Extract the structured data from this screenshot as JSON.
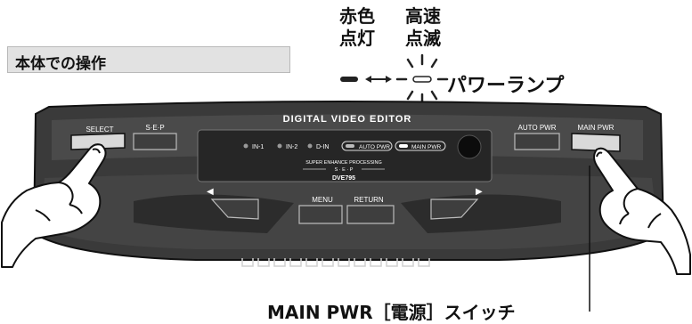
{
  "section_title": "本体での操作",
  "lamp": {
    "red_line1": "赤色",
    "red_line2": "点灯",
    "fast_line1": "高速",
    "fast_line2": "点滅",
    "name": "パワーランプ"
  },
  "device": {
    "brand_title": "DIGITAL VIDEO EDITOR",
    "buttons": {
      "select": "SELECT",
      "sep": "S·E·P",
      "auto_pwr": "AUTO PWR",
      "main_pwr": "MAIN PWR",
      "menu": "MENU",
      "return": "RETURN",
      "left_arrow": "◀",
      "right_arrow": "▶"
    },
    "display": {
      "in1": "IN-1",
      "in2": "IN-2",
      "din": "D-IN",
      "auto_pwr": "AUTO PWR",
      "main_pwr": "MAIN PWR",
      "sep_caption": "SUPER ENHANCE PROCESSING",
      "sep_short": "S · E · P",
      "model": "DVE795"
    }
  },
  "switch_label": "MAIN PWR［電源］スイッチ"
}
